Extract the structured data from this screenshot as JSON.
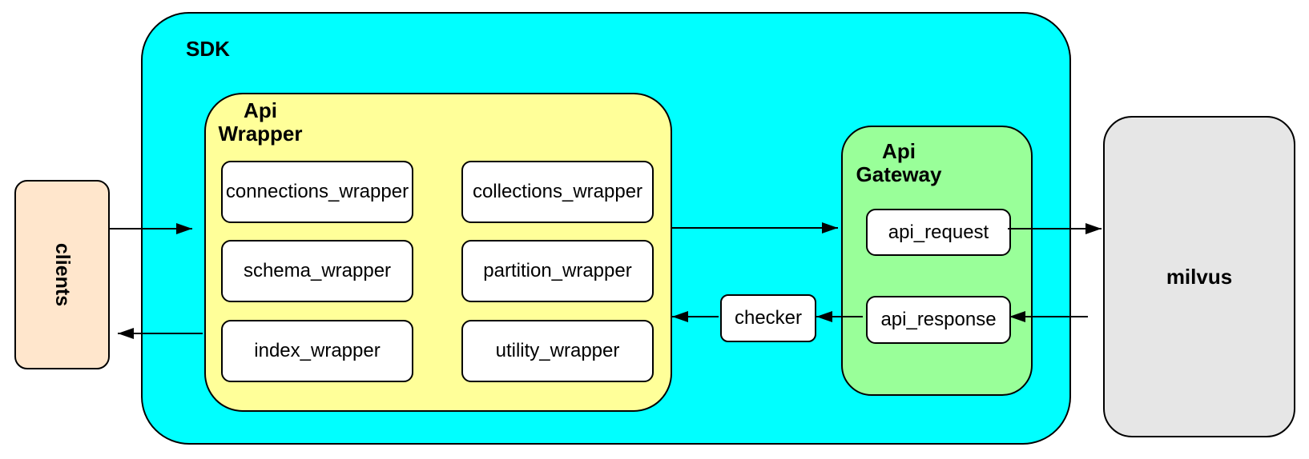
{
  "colors": {
    "sdk_fill": "#00FFFF",
    "api_wrapper_fill": "#FFFF99",
    "api_gateway_fill": "#99FF99",
    "clients_fill": "#FFE6CC",
    "milvus_fill": "#E6E6E6",
    "node_fill": "#FFFFFF",
    "border": "#000000"
  },
  "nodes": {
    "clients": {
      "label": "clients"
    },
    "sdk": {
      "label": "SDK"
    },
    "api_wrapper": {
      "label": "Api Wrapper",
      "items": [
        "connections_wrapper",
        "collections_wrapper",
        "schema_wrapper",
        "partition_wrapper",
        "index_wrapper",
        "utility_wrapper"
      ]
    },
    "checker": {
      "label": "checker"
    },
    "api_gateway": {
      "label": "Api Gateway",
      "items": [
        "api_request",
        "api_response"
      ]
    },
    "milvus": {
      "label": "milvus"
    }
  },
  "edges": [
    {
      "from": "clients",
      "to": "sdk"
    },
    {
      "from": "api_wrapper",
      "to": "api_gateway"
    },
    {
      "from": "api_request",
      "to": "milvus"
    },
    {
      "from": "milvus",
      "to": "api_response"
    },
    {
      "from": "api_response",
      "to": "checker"
    },
    {
      "from": "checker",
      "to": "api_wrapper"
    },
    {
      "from": "api_wrapper",
      "to": "clients"
    }
  ]
}
